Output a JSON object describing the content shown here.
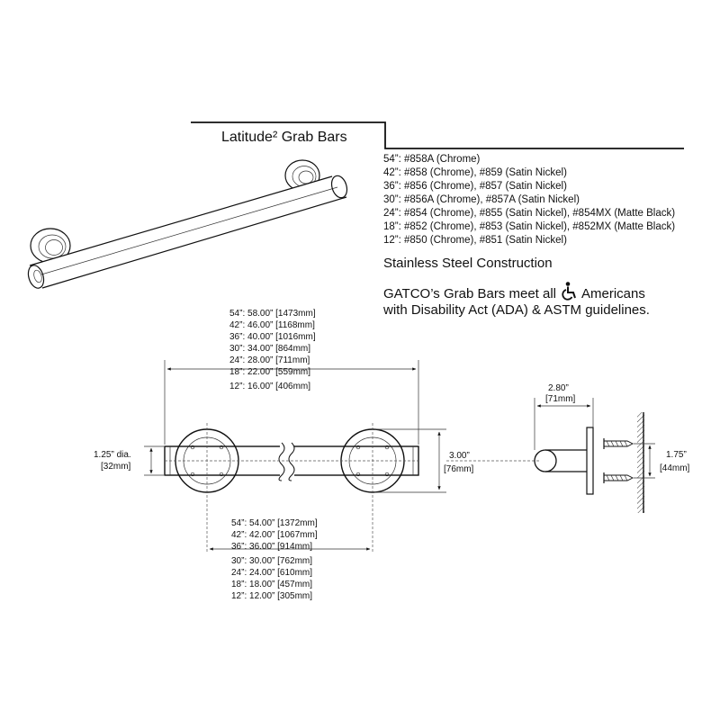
{
  "header": {
    "title": "Latitude² Grab Bars"
  },
  "models": [
    "54”: #858A (Chrome)",
    "42”: #858 (Chrome), #859 (Satin Nickel)",
    "36”: #856 (Chrome), #857 (Satin Nickel)",
    "30”: #856A (Chrome), #857A (Satin Nickel)",
    "24”: #854 (Chrome), #855 (Satin Nickel), #854MX (Matte Black)",
    "18”: #852 (Chrome), #853 (Satin Nickel), #852MX (Matte Black)",
    "12”: #850 (Chrome), #851 (Satin Nickel)"
  ],
  "construction": "Stainless Steel Construction",
  "ada_note": {
    "line1_before": "GATCO’s Grab Bars meet all",
    "line1_after": "Americans",
    "line2": "with Disability Act (ADA) & ASTM guidelines.",
    "icon": "wheelchair-accessibility-icon"
  },
  "overall_lengths": [
    "54”: 58.00” [1473mm]",
    "42”: 46.00” [1168mm]",
    "36”: 40.00” [1016mm]",
    "30”: 34.00” [864mm]",
    "24”: 28.00” [711mm]",
    "18”: 22.00” [559mm]",
    "12”: 16.00” [406mm]"
  ],
  "center_lengths": [
    "54”: 54.00” [1372mm]",
    "42”: 42.00” [1067mm]",
    "36”: 36.00” [914mm]",
    "30”: 30.00” [762mm]",
    "24”: 24.00” [610mm]",
    "18”: 18.00” [457mm]",
    "12”: 12.00” [305mm]"
  ],
  "dims": {
    "diameter": {
      "inch": "1.25” dia.",
      "mm": "[32mm]"
    },
    "flange": {
      "inch": "3.00”",
      "mm": "[76mm]"
    },
    "projection": {
      "inch": "2.80”",
      "mm": "[71mm]"
    },
    "screw_spacing": {
      "inch": "1.75”",
      "mm": "[44mm]"
    }
  }
}
